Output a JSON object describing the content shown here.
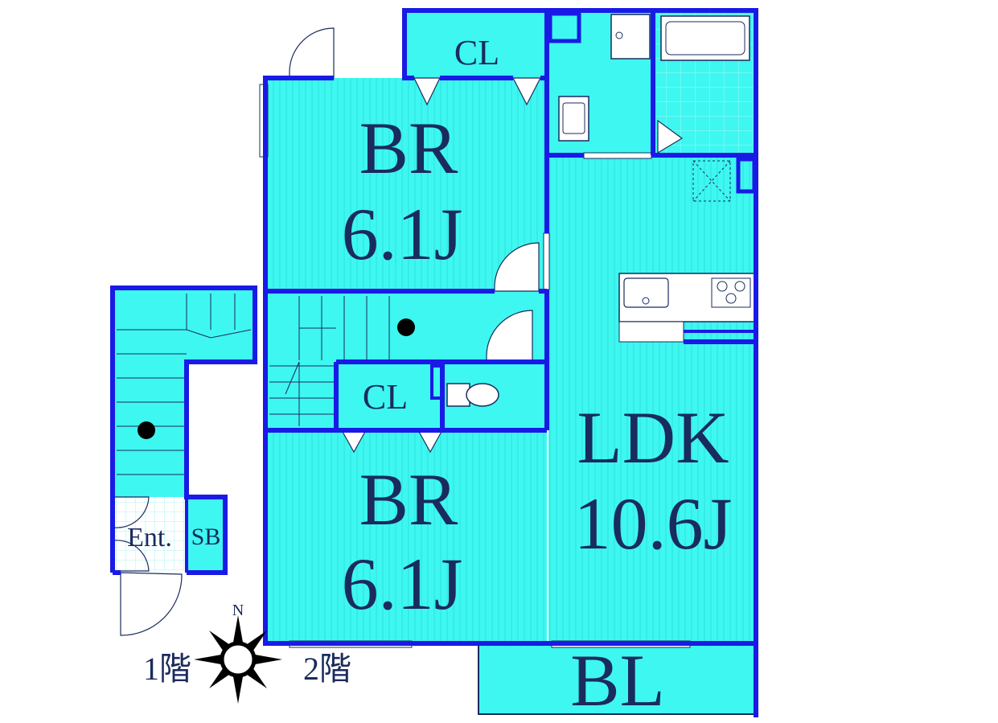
{
  "floor_plan": {
    "rooms": {
      "closet_top": "CL",
      "bedroom_top_name": "BR",
      "bedroom_top_size": "6.1J",
      "closet_mid": "CL",
      "bedroom_bottom_name": "BR",
      "bedroom_bottom_size": "6.1J",
      "ldk_name": "LDK",
      "ldk_size": "10.6J",
      "balcony": "BL",
      "entrance": "Ent.",
      "shoe_box": "SB"
    },
    "compass": {
      "north": "N",
      "floor_1": "1階",
      "floor_2": "2階"
    }
  },
  "colors": {
    "floor": "#3ef7f0",
    "wall": "#1a1ae6",
    "text": "#1a2b5e"
  }
}
